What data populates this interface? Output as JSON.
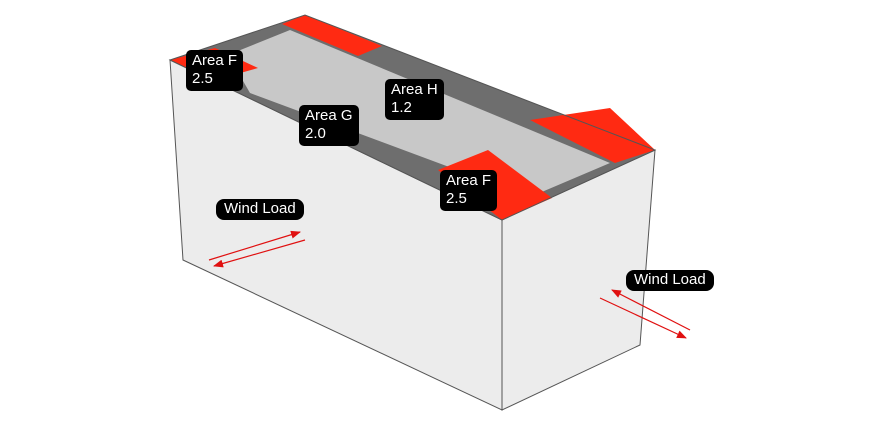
{
  "areas": [
    {
      "name": "Area F",
      "value": "2.5"
    },
    {
      "name": "Area G",
      "value": "2.0"
    },
    {
      "name": "Area H",
      "value": "1.2"
    },
    {
      "name": "Area F",
      "value": "2.5"
    }
  ],
  "wind_load_labels": [
    "Wind Load",
    "Wind Load"
  ],
  "colors": {
    "zone_f": "#ff2a12",
    "zone_g": "#6e6e6e",
    "zone_h": "#c8c8c8",
    "walls": "#ececec",
    "arrows": "#e01010",
    "label_bg": "#000000",
    "label_text": "#ffffff"
  }
}
